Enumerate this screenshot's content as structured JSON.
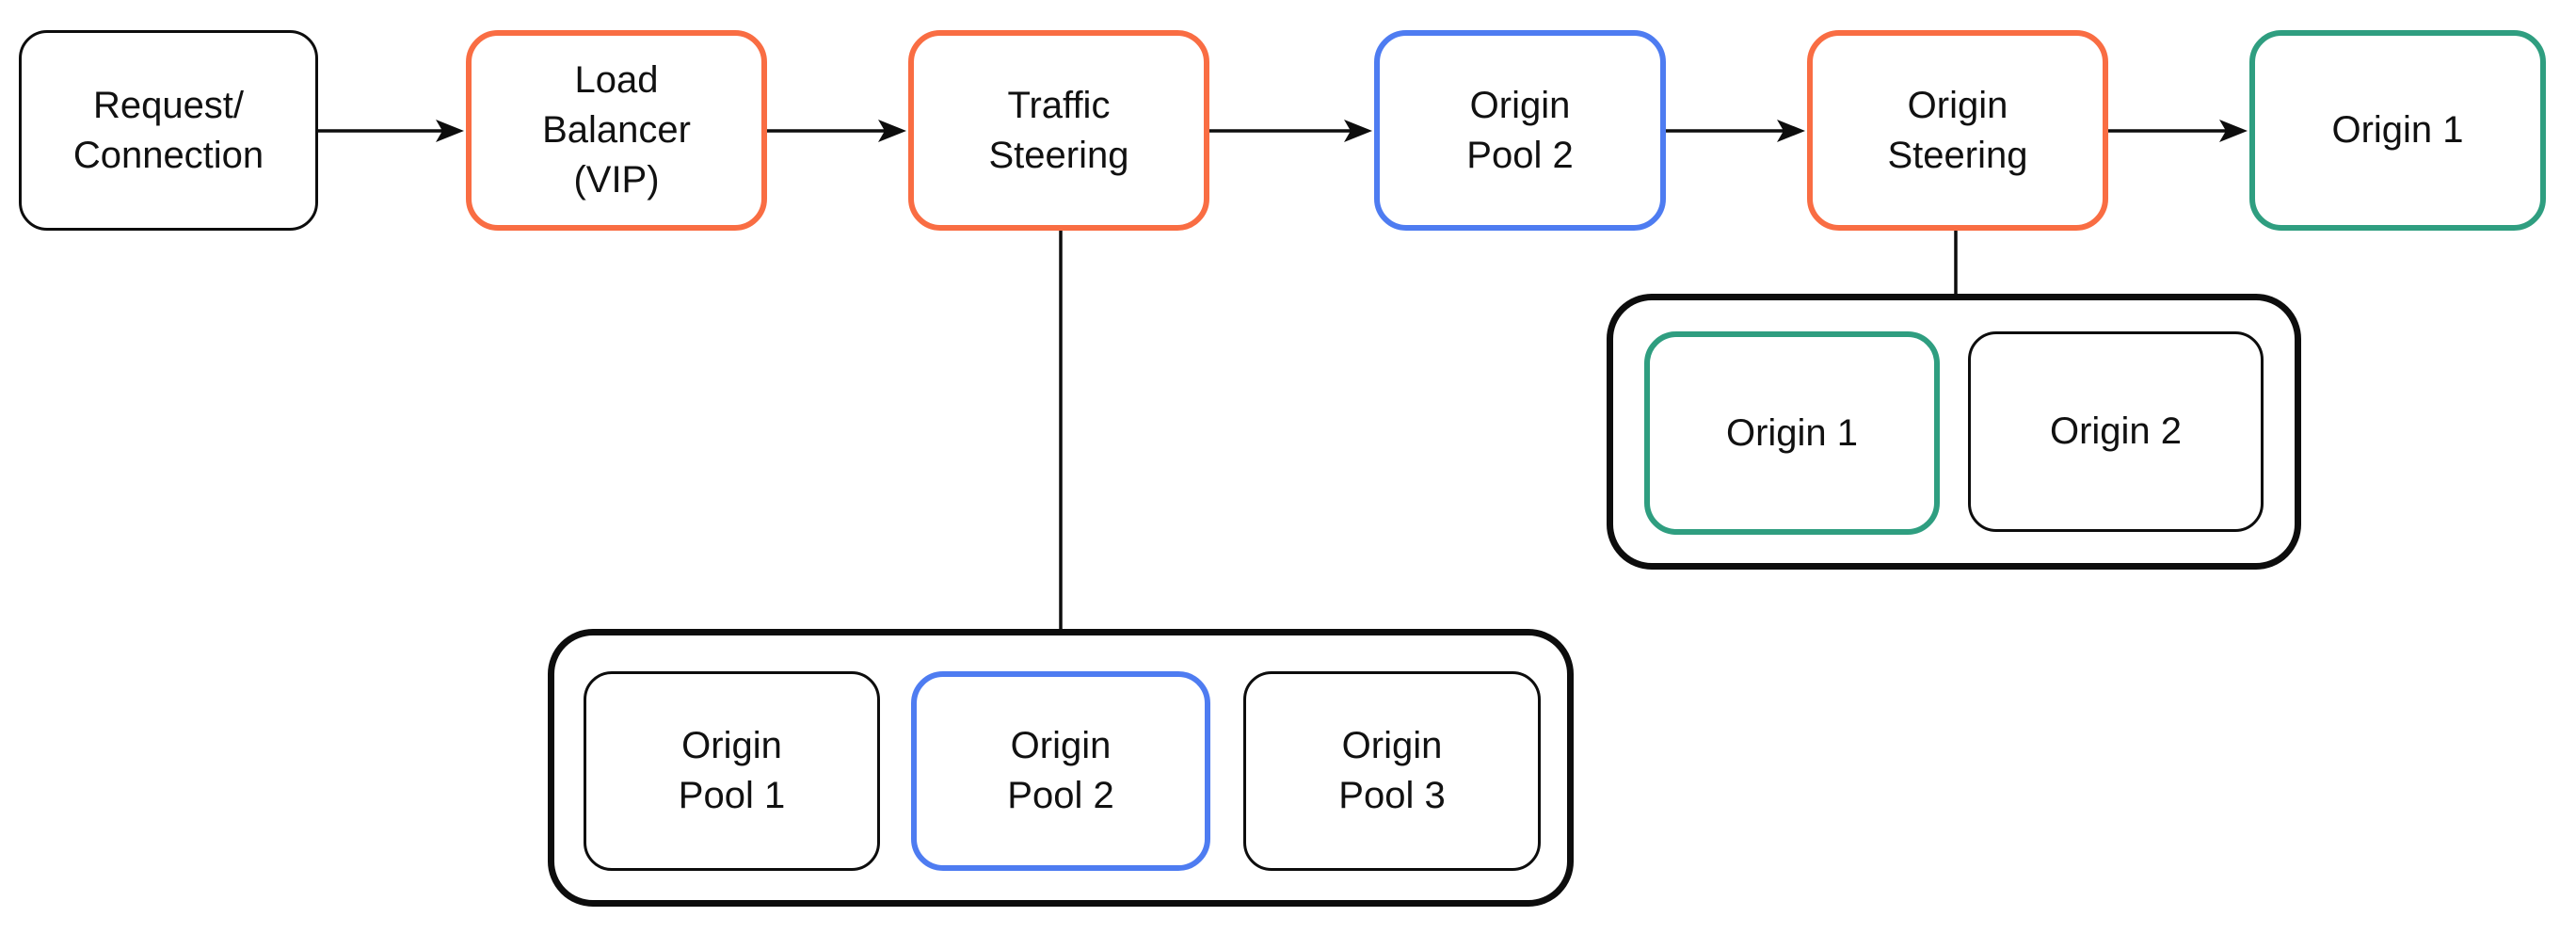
{
  "colors": {
    "ink": "#0D0D0D",
    "orange": "#F96D43",
    "blue": "#4E7CF1",
    "green": "#2F9E80",
    "background": "#FFFFFF"
  },
  "flow_row": {
    "request_connection": {
      "label": "Request/\nConnection"
    },
    "load_balancer": {
      "label": "Load\nBalancer\n(VIP)"
    },
    "traffic_steering": {
      "label": "Traffic\nSteering"
    },
    "origin_pool_2": {
      "label": "Origin\nPool 2"
    },
    "origin_steering": {
      "label": "Origin\nSteering"
    },
    "origin_1": {
      "label": "Origin 1"
    }
  },
  "origin_pools_group": {
    "pool_1": {
      "label": "Origin\nPool 1"
    },
    "pool_2": {
      "label": "Origin\nPool 2"
    },
    "pool_3": {
      "label": "Origin\nPool 3"
    }
  },
  "origins_group": {
    "origin_1": {
      "label": "Origin 1"
    },
    "origin_2": {
      "label": "Origin 2"
    }
  }
}
